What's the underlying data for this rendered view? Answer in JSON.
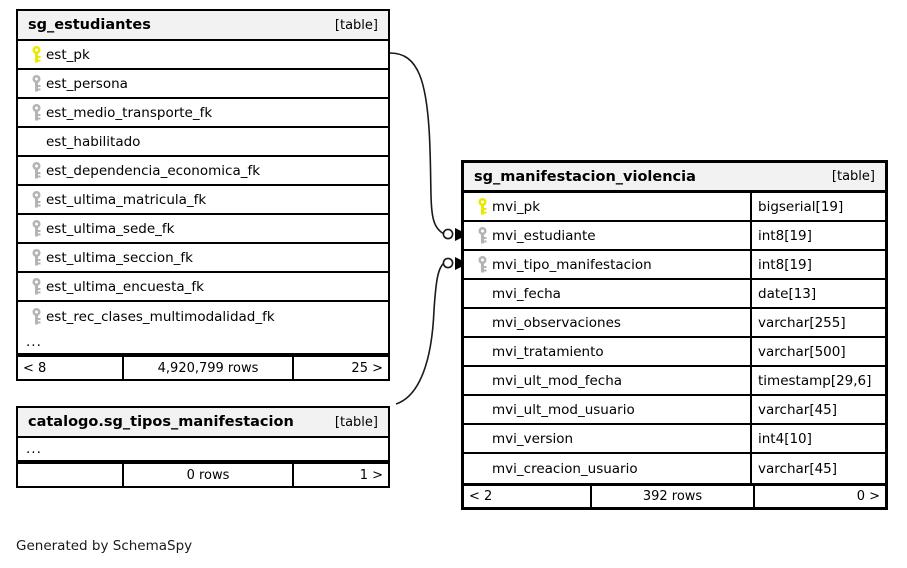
{
  "diagram": {
    "caption": "Generated by SchemaSpy",
    "kind_label": "[table]",
    "ellipsis": "...",
    "colors": {
      "pk_key": "#e8e800",
      "fk_key": "#b4b4b4",
      "header_bg": "#f2f2f2",
      "border": "#000000",
      "background": "#ffffff"
    }
  },
  "tables": {
    "estudiantes": {
      "name": "sg_estudiantes",
      "kind": "[table]",
      "columns": [
        {
          "name": "est_pk",
          "key": "pk"
        },
        {
          "name": "est_persona",
          "key": "fk"
        },
        {
          "name": "est_medio_transporte_fk",
          "key": "fk"
        },
        {
          "name": "est_habilitado",
          "key": "none"
        },
        {
          "name": "est_dependencia_economica_fk",
          "key": "fk"
        },
        {
          "name": "est_ultima_matricula_fk",
          "key": "fk"
        },
        {
          "name": "est_ultima_sede_fk",
          "key": "fk"
        },
        {
          "name": "est_ultima_seccion_fk",
          "key": "fk"
        },
        {
          "name": "est_ultima_encuesta_fk",
          "key": "fk"
        },
        {
          "name": "est_rec_clases_multimodalidad_fk",
          "key": "fk"
        }
      ],
      "more_indicator": "...",
      "footer": {
        "prev": "< 8",
        "rows": "4,920,799 rows",
        "next": "25 >"
      }
    },
    "catalogo": {
      "name": "catalogo.sg_tipos_manifestacion",
      "kind": "[table]",
      "columns": [],
      "more_indicator": "...",
      "footer": {
        "prev": "",
        "rows": "0 rows",
        "next": "1 >"
      }
    },
    "manifestacion": {
      "name": "sg_manifestacion_violencia",
      "kind": "[table]",
      "columns": [
        {
          "name": "mvi_pk",
          "key": "pk",
          "type": "bigserial[19]"
        },
        {
          "name": "mvi_estudiante",
          "key": "fk",
          "type": "int8[19]"
        },
        {
          "name": "mvi_tipo_manifestacion",
          "key": "fk",
          "type": "int8[19]"
        },
        {
          "name": "mvi_fecha",
          "key": "none",
          "type": "date[13]"
        },
        {
          "name": "mvi_observaciones",
          "key": "none",
          "type": "varchar[255]"
        },
        {
          "name": "mvi_tratamiento",
          "key": "none",
          "type": "varchar[500]"
        },
        {
          "name": "mvi_ult_mod_fecha",
          "key": "none",
          "type": "timestamp[29,6]"
        },
        {
          "name": "mvi_ult_mod_usuario",
          "key": "none",
          "type": "varchar[45]"
        },
        {
          "name": "mvi_version",
          "key": "none",
          "type": "int4[10]"
        },
        {
          "name": "mvi_creacion_usuario",
          "key": "none",
          "type": "varchar[45]"
        }
      ],
      "footer": {
        "prev": "< 2",
        "rows": "392 rows",
        "next": "0 >"
      }
    }
  },
  "relationships": [
    {
      "from_table": "sg_estudiantes",
      "from_column": "est_pk",
      "to_table": "sg_manifestacion_violencia",
      "to_column": "mvi_estudiante"
    },
    {
      "from_table": "catalogo.sg_tipos_manifestacion",
      "to_table": "sg_manifestacion_violencia",
      "to_column": "mvi_tipo_manifestacion"
    }
  ]
}
